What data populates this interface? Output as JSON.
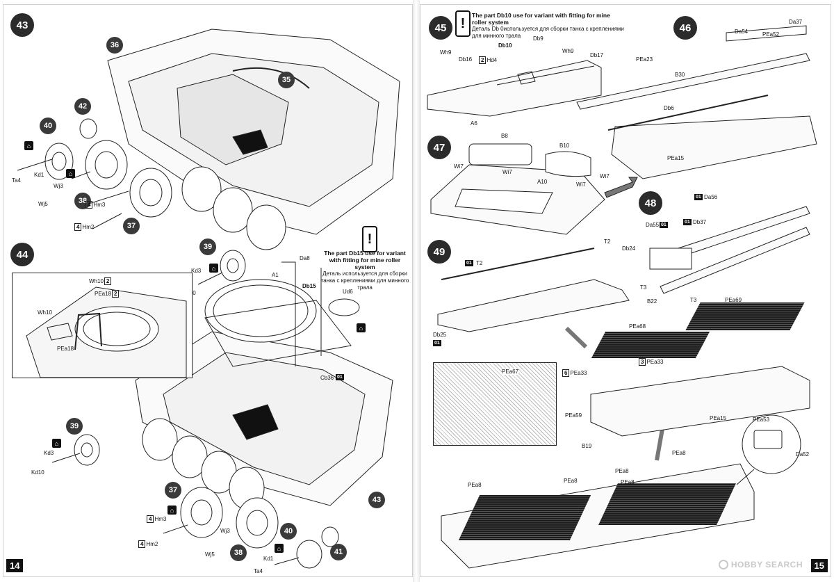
{
  "left_page": {
    "page_number": "14",
    "steps": {
      "s43": "43",
      "s44": "44"
    },
    "refs": {
      "r35": "35",
      "r36": "36",
      "r42": "42",
      "r40": "40",
      "r38": "38",
      "r37": "37",
      "r39": "39",
      "r43": "43"
    },
    "labels": {
      "ta4": "Ta4",
      "kd1": "Kd1",
      "wj3": "Wj3",
      "wj5": "Wj5",
      "hm3": "Hm3",
      "hm2": "Hm2",
      "kd3": "Kd3",
      "kd10": "Kd10",
      "a1": "A1",
      "da8": "Da8",
      "db15": "Db15",
      "ud6": "Ud6",
      "cb36": "Cb36",
      "wh10_a": "Wh10",
      "pea18_a": "PEa18",
      "wh10_b": "Wh10",
      "pea18_b": "PEa18",
      "kd3_b": "Kd3",
      "kd10_b": "Kd10",
      "hm3_b": "Hm3",
      "hm2_b": "Hm2",
      "wj3_b": "Wj3",
      "wj5_b": "Wj5",
      "kd1_b": "Kd1",
      "ta4_b": "Ta4"
    },
    "qty": {
      "q4a": "4",
      "q4b": "4",
      "q2a": "2",
      "q2b": "2",
      "q4c": "4",
      "q4d": "4"
    },
    "sprue_tag": "01",
    "note": {
      "en": "The part Db15 use for variant with fitting for mine roller system",
      "ru": "Деталь используется  для сборки танка с креплениями для минного трала"
    }
  },
  "right_page": {
    "page_number": "15",
    "steps": {
      "s45": "45",
      "s46": "46",
      "s47": "47",
      "s48": "48",
      "s49": "49"
    },
    "note": {
      "en": "The part Db10 use for variant  with fitting for mine roller system",
      "ru": "Деталь Db 0используется  для сборки  танка с  креплениями для минного трала"
    },
    "labels": {
      "wh9a": "Wh9",
      "db16": "Db16",
      "db10": "Db10",
      "hd4": "Hd4",
      "db9": "Db9",
      "wh9b": "Wh9",
      "db17": "Db17",
      "a6": "A6",
      "da54": "Da54",
      "pea52": "PEa52",
      "da37": "Da37",
      "pea23": "PEa23",
      "b30": "B30",
      "db6": "Db6",
      "pea15": "PEa15",
      "b8": "B8",
      "b10": "B10",
      "wi7a": "Wi7",
      "wi7b": "Wi7",
      "wi7c": "Wi7",
      "wi7d": "Wi7",
      "a10": "A10",
      "da56": "Da56",
      "da55": "Da55",
      "db37": "Db37",
      "t2a": "T2",
      "t2b": "T2",
      "db24": "Db24",
      "t3a": "T3",
      "t3b": "T3",
      "b22": "B22",
      "db25": "Db25",
      "pea69": "PEa69",
      "pea68": "PEa68",
      "pea67": "PEa67",
      "pea33a": "PEa33",
      "pea33b": "PEa33",
      "pea59": "PEa59",
      "pea15b": "PEa15",
      "pea53": "PEa53",
      "da52": "Da52",
      "b19": "B19",
      "pea8a": "PEa8",
      "pea8b": "PEa8",
      "pea8c": "PEa8",
      "pea8d": "PEa8",
      "pea8e": "PEa8"
    },
    "qty": {
      "q2": "2",
      "q6": "6",
      "q3": "3"
    },
    "sprue_tags": {
      "t1": "01",
      "t2": "01",
      "t3": "01",
      "t4": "01",
      "t5": "01"
    },
    "watermark": "HOBBY SEARCH"
  }
}
